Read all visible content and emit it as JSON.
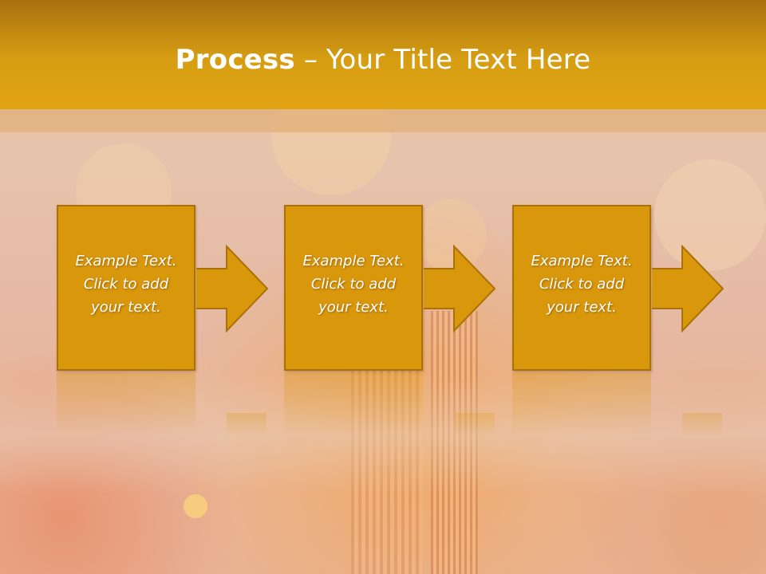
{
  "slide": {
    "title_bold": "Process",
    "title_sep": " – ",
    "title_rest": "Your Title Text Here"
  },
  "steps": [
    {
      "line1": "Example Text.",
      "line2": "Click  to add",
      "line3": "your text."
    },
    {
      "line1": "Example Text.",
      "line2": "Click  to add",
      "line3": "your text."
    },
    {
      "line1": "Example Text.",
      "line2": "Click  to add",
      "line3": "your text."
    }
  ],
  "colors": {
    "header_top": "#a8700e",
    "header_bottom": "#e2a313",
    "box_fill": "#d9970c",
    "box_border": "#aa7206",
    "text": "#ffffff"
  },
  "icons": [
    "right-arrow-icon",
    "right-arrow-icon",
    "right-arrow-icon"
  ]
}
